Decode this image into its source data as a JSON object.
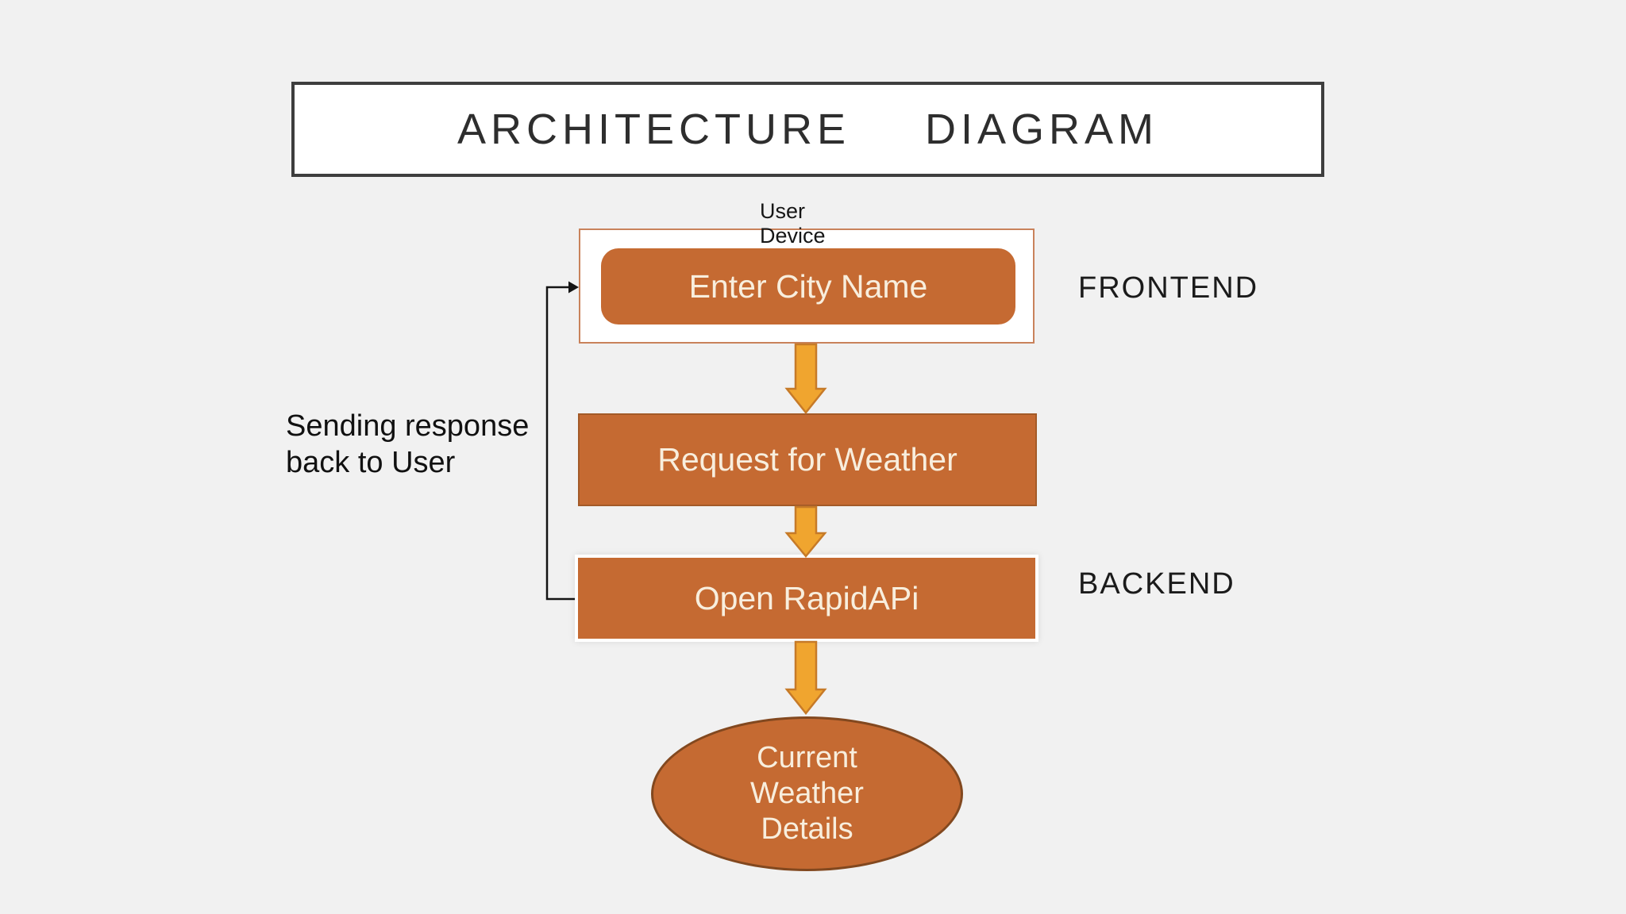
{
  "title": "ARCHITECTURE  DIAGRAM",
  "diagram": {
    "user_device_label": {
      "lines": [
        "User",
        "Device"
      ]
    },
    "frontend_label": "FRONTEND",
    "backend_label": "BACKEND",
    "note": {
      "lines": [
        "Sending response",
        "back to User"
      ]
    },
    "nodes": {
      "enter_city": "Enter City Name",
      "request_weather": "Request for Weather",
      "open_rapidapi": "Open RapidAPi",
      "result": {
        "lines": [
          "Current",
          "Weather",
          "Details"
        ]
      }
    }
  },
  "colors": {
    "bg": "#F1F1F1",
    "node-fill": "#C56A32",
    "node-text": "#F8EEDD",
    "arrow-fill": "#F0A52F",
    "arrow-stroke": "#C67A28",
    "ink": "#1E1E1E",
    "title-border": "#3E3E3E",
    "ellipse-stroke": "#82481F",
    "frame-stroke": "#C9825B",
    "request-stroke": "#A35A28"
  }
}
